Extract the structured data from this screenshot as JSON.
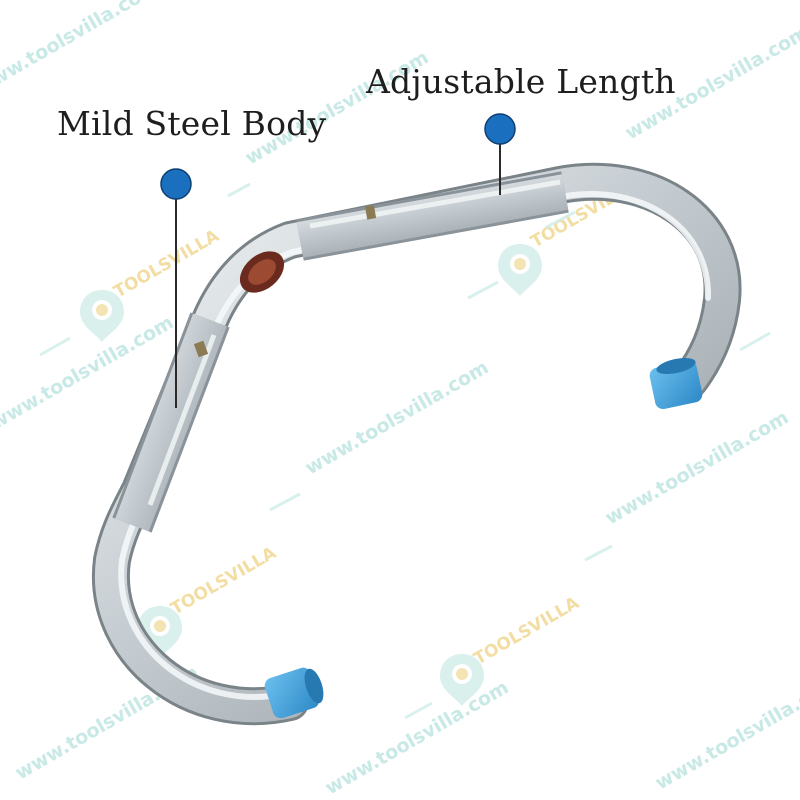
{
  "callouts": {
    "mild_steel_body": "Mild Steel Body",
    "adjustable_length": "Adjustable Length"
  },
  "watermark": {
    "url": "www.toolsvilla.com",
    "brand": "TOOLSVILLA"
  },
  "colors": {
    "callout_dot": "#1a6fbf",
    "end_cap": "#3aa0dc",
    "steel_light": "#eef2f4",
    "steel_mid": "#b9c2c7",
    "steel_dark": "#7e888e",
    "watermark_teal": "#bfe6e2",
    "watermark_gold": "#f1da9a"
  },
  "icons": [
    "callout-dot",
    "toolsvilla-pin-logo",
    "end-cap",
    "emblem"
  ]
}
